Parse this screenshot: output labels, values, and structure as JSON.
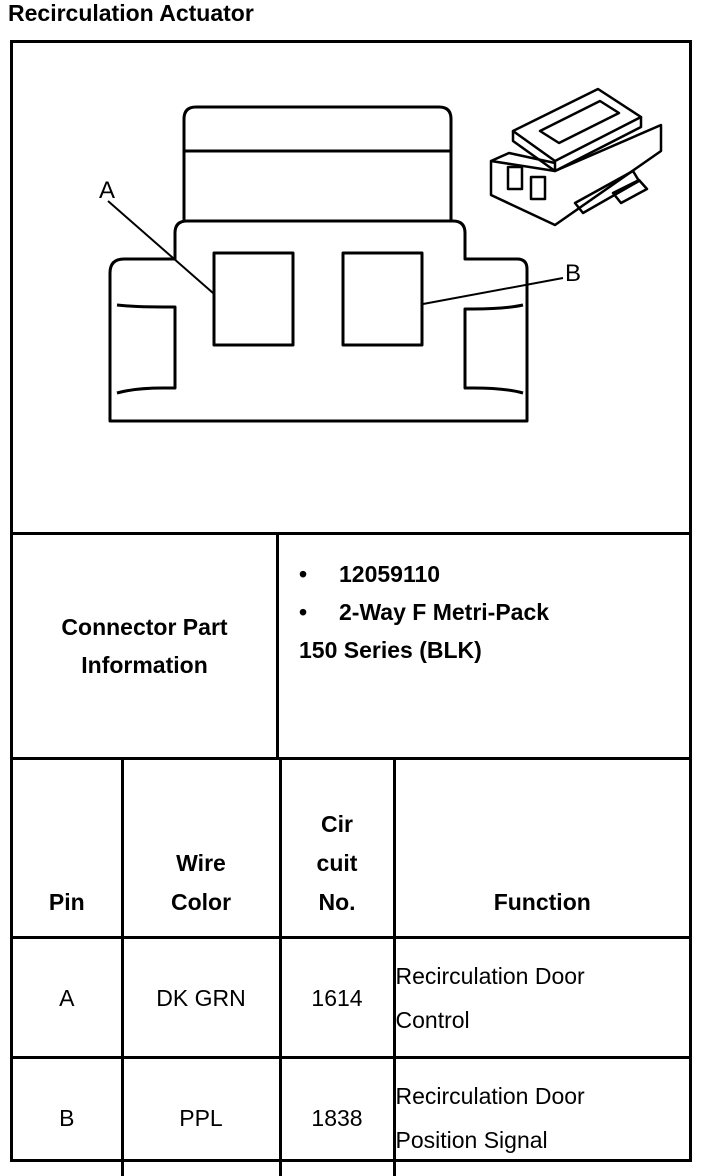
{
  "page": {
    "title": "Recirculation Actuator"
  },
  "diagram": {
    "pin_a_label": "A",
    "pin_b_label": "B"
  },
  "connector_info": {
    "label_line1": "Connector Part",
    "label_line2": "Information",
    "items": [
      "12059110",
      "2-Way F Metri-Pack"
    ],
    "continuation": "150 Series (BLK)"
  },
  "pin_table": {
    "headers": {
      "pin": "Pin",
      "wire_color_line1": "Wire",
      "wire_color_line2": "Color",
      "circuit_line1": "Cir",
      "circuit_line2": "cuit",
      "circuit_line3": "No.",
      "function": "Function"
    },
    "rows": [
      {
        "pin": "A",
        "wire_color": "DK GRN",
        "circuit": "1614",
        "function_line1": "Recirculation Door",
        "function_line2": "Control"
      },
      {
        "pin": "B",
        "wire_color": "PPL",
        "circuit": "1838",
        "function_line1": "Recirculation Door",
        "function_line2": "Position Signal"
      }
    ]
  }
}
